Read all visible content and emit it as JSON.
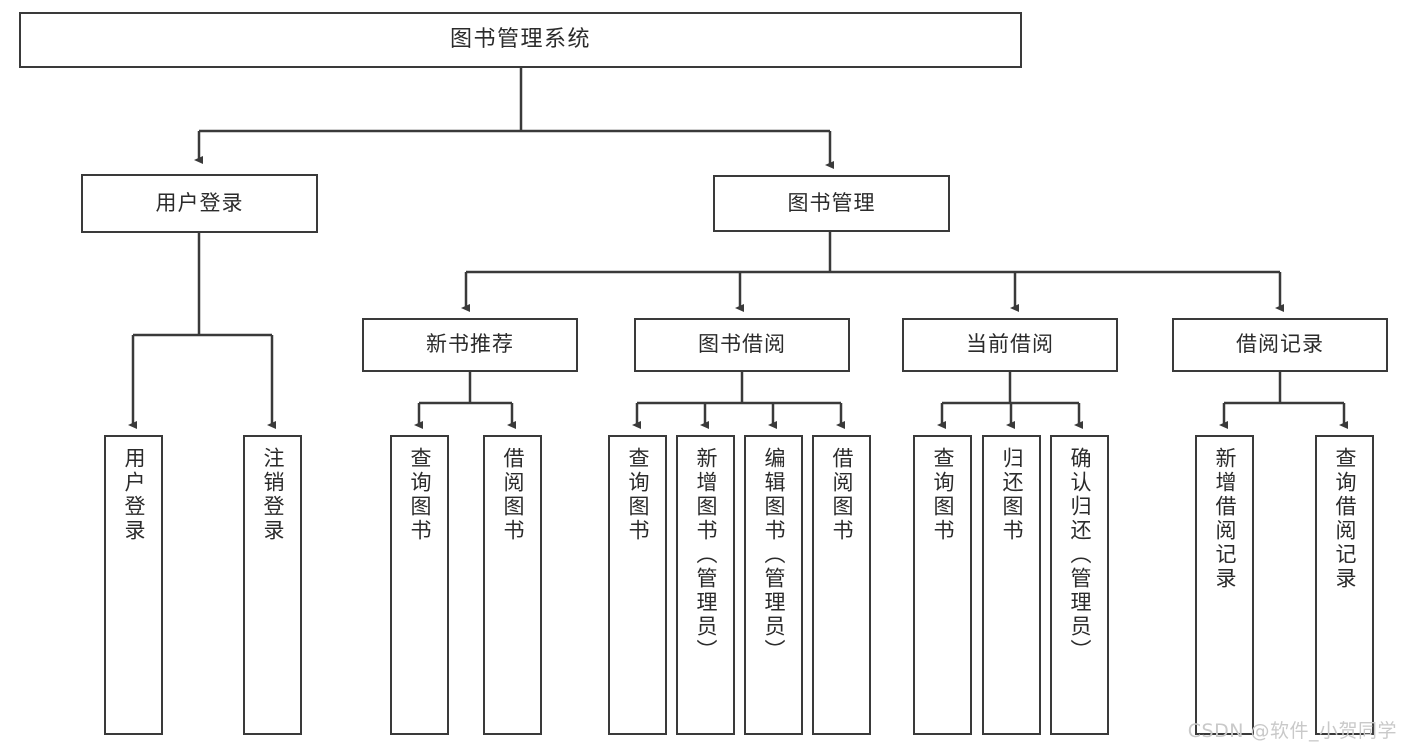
{
  "diagram": {
    "title": "图书管理系统",
    "type": "hierarchy-tree",
    "watermark": "CSDN @软件_小贺同学",
    "colors": {
      "box_border": "#3a3a3a",
      "box_fill": "#ffffff",
      "edge": "#3a3a3a",
      "text": "#2b2b2b",
      "watermark": "#c9c9c9"
    },
    "nodes": {
      "root": {
        "label": "图书管理系统"
      },
      "level2": [
        {
          "label": "用户登录"
        },
        {
          "label": "图书管理"
        }
      ],
      "level3": [
        {
          "label": "新书推荐"
        },
        {
          "label": "图书借阅"
        },
        {
          "label": "当前借阅"
        },
        {
          "label": "借阅记录"
        }
      ],
      "leaves": {
        "user_login": [
          {
            "label": "用户登录"
          },
          {
            "label": "注销登录"
          }
        ],
        "new_book_recommend": [
          {
            "label": "查询图书"
          },
          {
            "label": "借阅图书"
          }
        ],
        "book_borrow": [
          {
            "label": "查询图书"
          },
          {
            "label": "新增图书（管理员）"
          },
          {
            "label": "编辑图书（管理员）"
          },
          {
            "label": "借阅图书"
          }
        ],
        "current_borrow": [
          {
            "label": "查询图书"
          },
          {
            "label": "归还图书"
          },
          {
            "label": "确认归还（管理员）"
          }
        ],
        "borrow_record": [
          {
            "label": "新增借阅记录"
          },
          {
            "label": "查询借阅记录"
          }
        ]
      }
    }
  }
}
